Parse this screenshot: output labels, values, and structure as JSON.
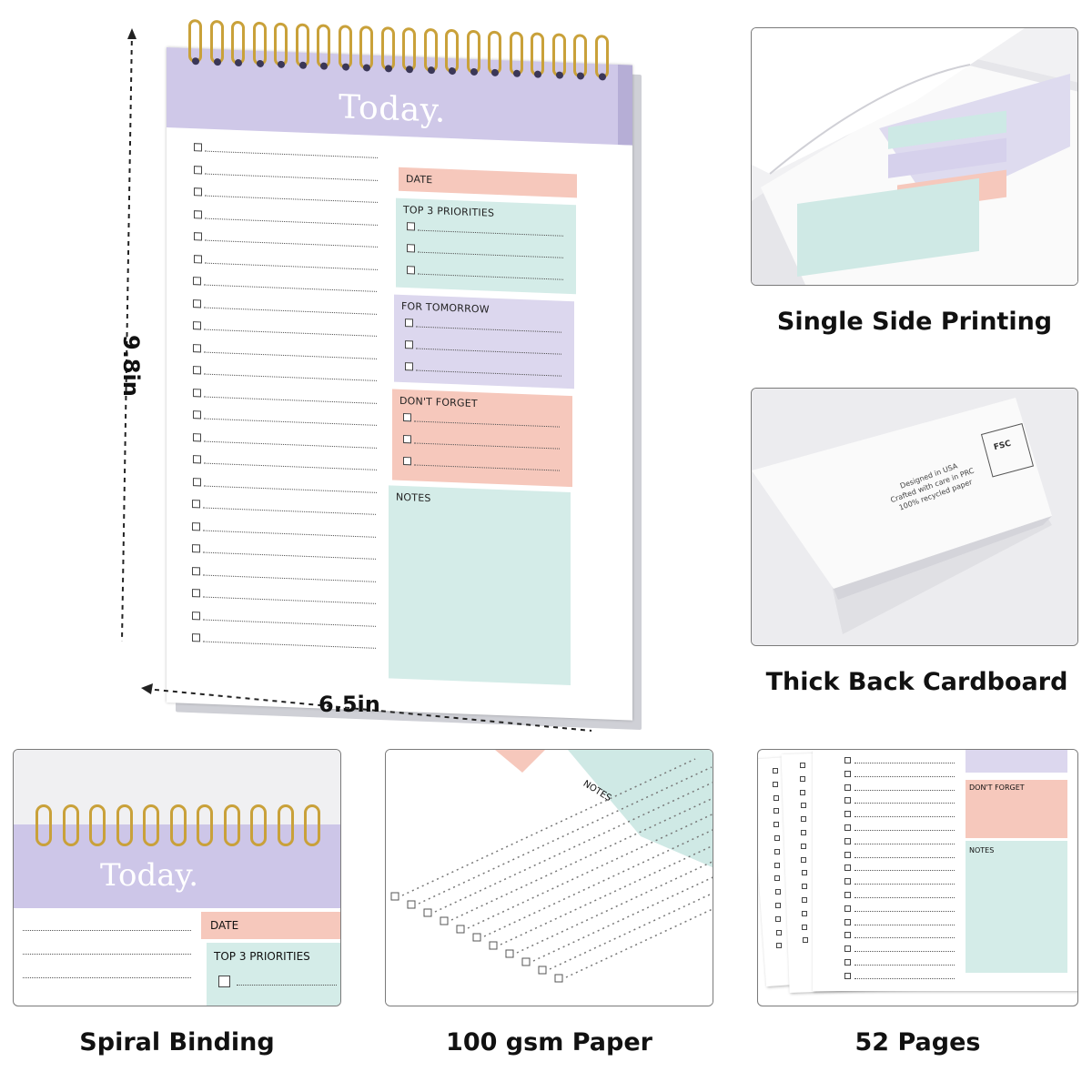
{
  "notepad": {
    "title": "Today.",
    "date_label": "DATE",
    "priorities_label": "TOP 3 PRIORITIES",
    "tomorrow_label": "FOR TOMORROW",
    "dont_forget_label": "DON'T FORGET",
    "notes_label": "NOTES"
  },
  "dimensions": {
    "height_label": "9.8in",
    "width_label": "6.5in"
  },
  "features": {
    "single_side": "Single Side Printing",
    "back_cardboard": "Thick Back Cardboard",
    "spiral": "Spiral Binding",
    "paper": "100 gsm Paper",
    "pages": "52 Pages"
  },
  "back_cover_text": {
    "line1": "Designed in USA",
    "line2": "Crafted with care in PRC",
    "line3": "100% recycled paper",
    "logo_text": "FSC"
  },
  "colors": {
    "lavender": "#cfc8e8",
    "mint": "#d4ece8",
    "peach": "#f6c8bc",
    "gold": "#c9a13a"
  }
}
